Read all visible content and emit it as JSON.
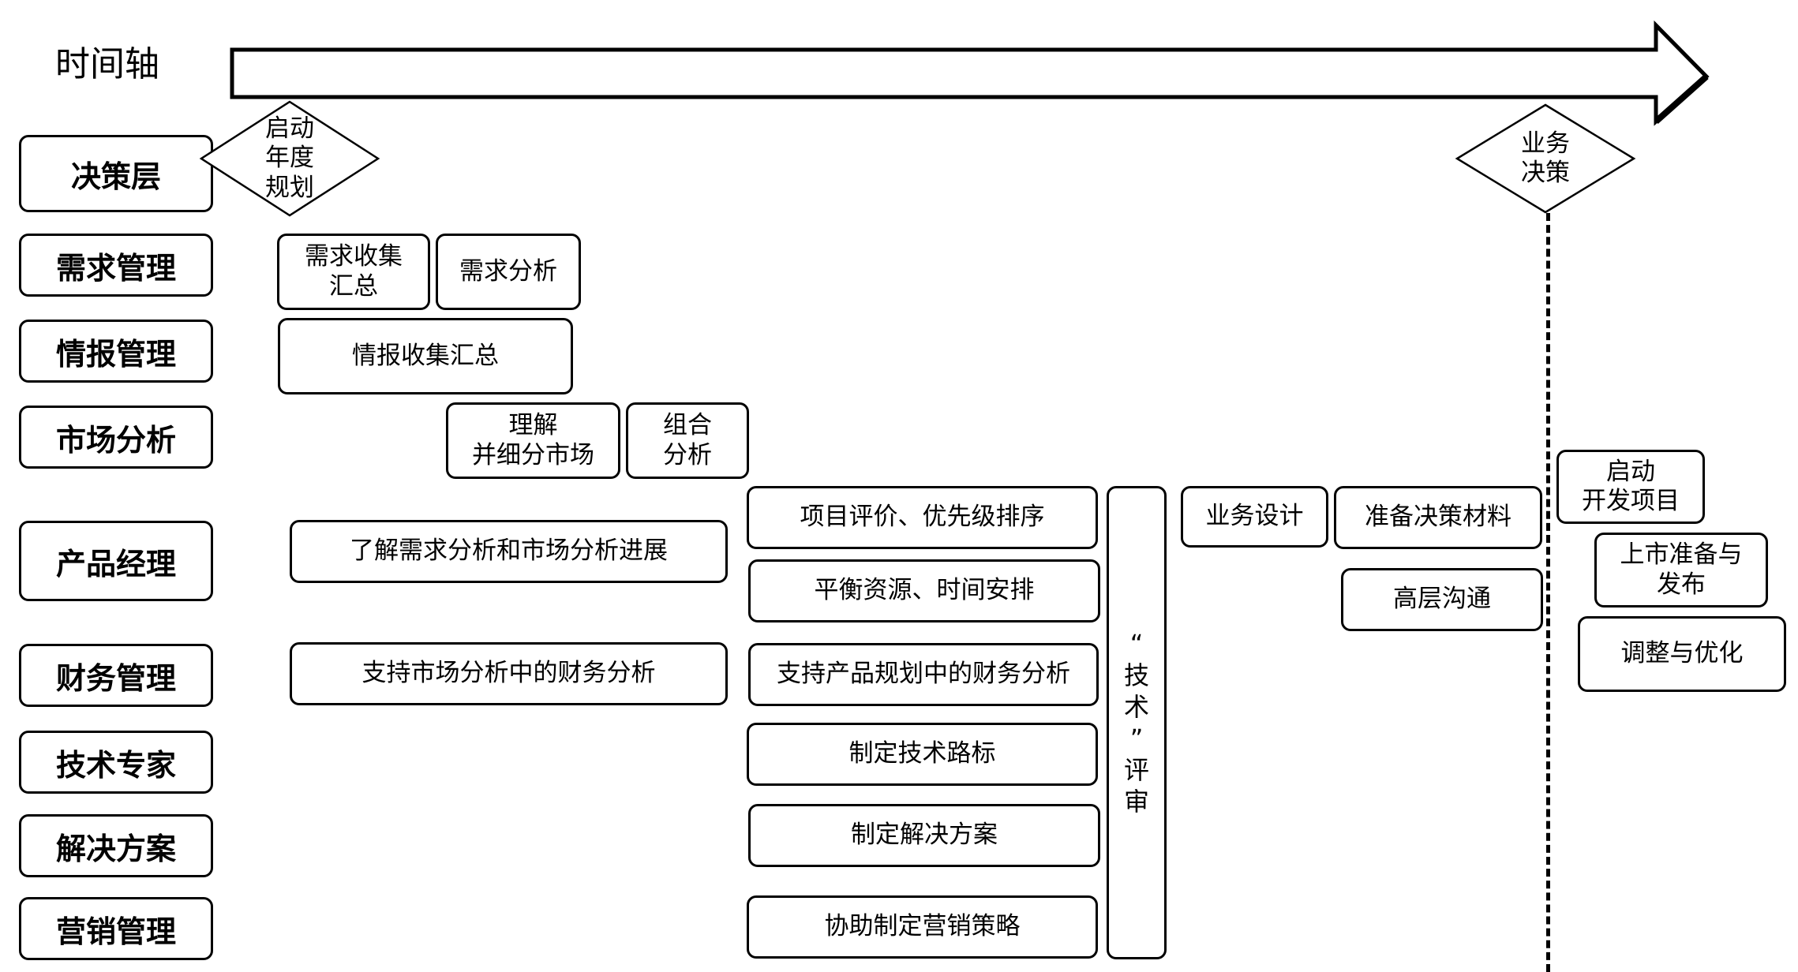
{
  "title": "时间轴",
  "lanes": [
    "决策层",
    "需求管理",
    "情报管理",
    "市场分析",
    "产品经理",
    "财务管理",
    "技术专家",
    "解决方案",
    "营销管理"
  ],
  "milestones": {
    "start": "启动\n年度\n规划",
    "decision": "业务\n决策"
  },
  "tasks": {
    "req_collect": "需求收集\n汇总",
    "req_analysis": "需求分析",
    "intel_collect": "情报收集汇总",
    "market_segment": "理解\n并细分市场",
    "portfolio": "组合\n分析",
    "understand_progress": "了解需求分析和市场分析进展",
    "project_eval": "项目评价、优先级排序",
    "balance_resources": "平衡资源、时间安排",
    "business_design": "业务设计",
    "prepare_materials": "准备决策材料",
    "exec_comm": "高层沟通",
    "start_dev": "启动\n开发项目",
    "launch_release": "上市准备与\n发布",
    "adjust_optimize": "调整与优化",
    "finance_market": "支持市场分析中的财务分析",
    "finance_product": "支持产品规划中的财务分析",
    "tech_roadmap": "制定技术路标",
    "solution": "制定解决方案",
    "marketing": "协助制定营销策略"
  },
  "tech_review": [
    "“",
    "技",
    "术",
    "”",
    "评",
    "审"
  ]
}
